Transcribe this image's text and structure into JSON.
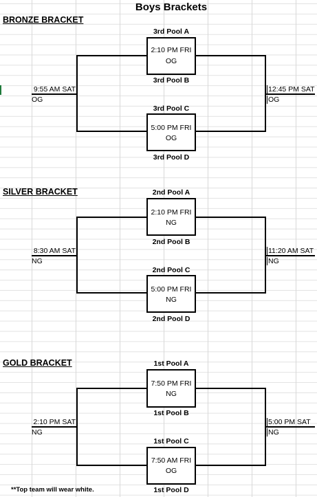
{
  "title": "Boys Brackets",
  "brackets": [
    {
      "name": "BRONZE BRACKET",
      "top_label": "3rd Pool A",
      "box1_time": "2:10 PM FRI",
      "box1_loc": "OG",
      "mid_label_1": "3rd Pool B",
      "mid_label_2": "3rd Pool C",
      "box2_time": "5:00 PM FRI",
      "box2_loc": "OG",
      "bottom_label": "3rd Pool D",
      "left_time": "9:55 AM SAT",
      "left_loc": "OG",
      "right_time": "12:45 PM SAT",
      "right_loc": "OG"
    },
    {
      "name": "SILVER BRACKET",
      "top_label": "2nd Pool A",
      "box1_time": "2:10  PM FRI",
      "box1_loc": "NG",
      "mid_label_1": "2nd Pool B",
      "mid_label_2": "2nd Pool C",
      "box2_time": "5:00 PM FRI",
      "box2_loc": "NG",
      "bottom_label": "2nd Pool D",
      "left_time": "8:30 AM SAT",
      "left_loc": "NG",
      "right_time": "11:20 AM SAT",
      "right_loc": "NG"
    },
    {
      "name": "GOLD BRACKET",
      "top_label": "1st Pool A",
      "box1_time": "7:50 PM FRI",
      "box1_loc": "NG",
      "mid_label_1": "1st Pool B",
      "mid_label_2": "1st Pool C",
      "box2_time": "7:50 AM FRI",
      "box2_loc": "OG",
      "bottom_label": "1st Pool D",
      "left_time": "2:10 PM SAT",
      "left_loc": "NG",
      "right_time": "5:00 PM SAT",
      "right_loc": "NG"
    }
  ],
  "footnote": "**Top team will wear white."
}
